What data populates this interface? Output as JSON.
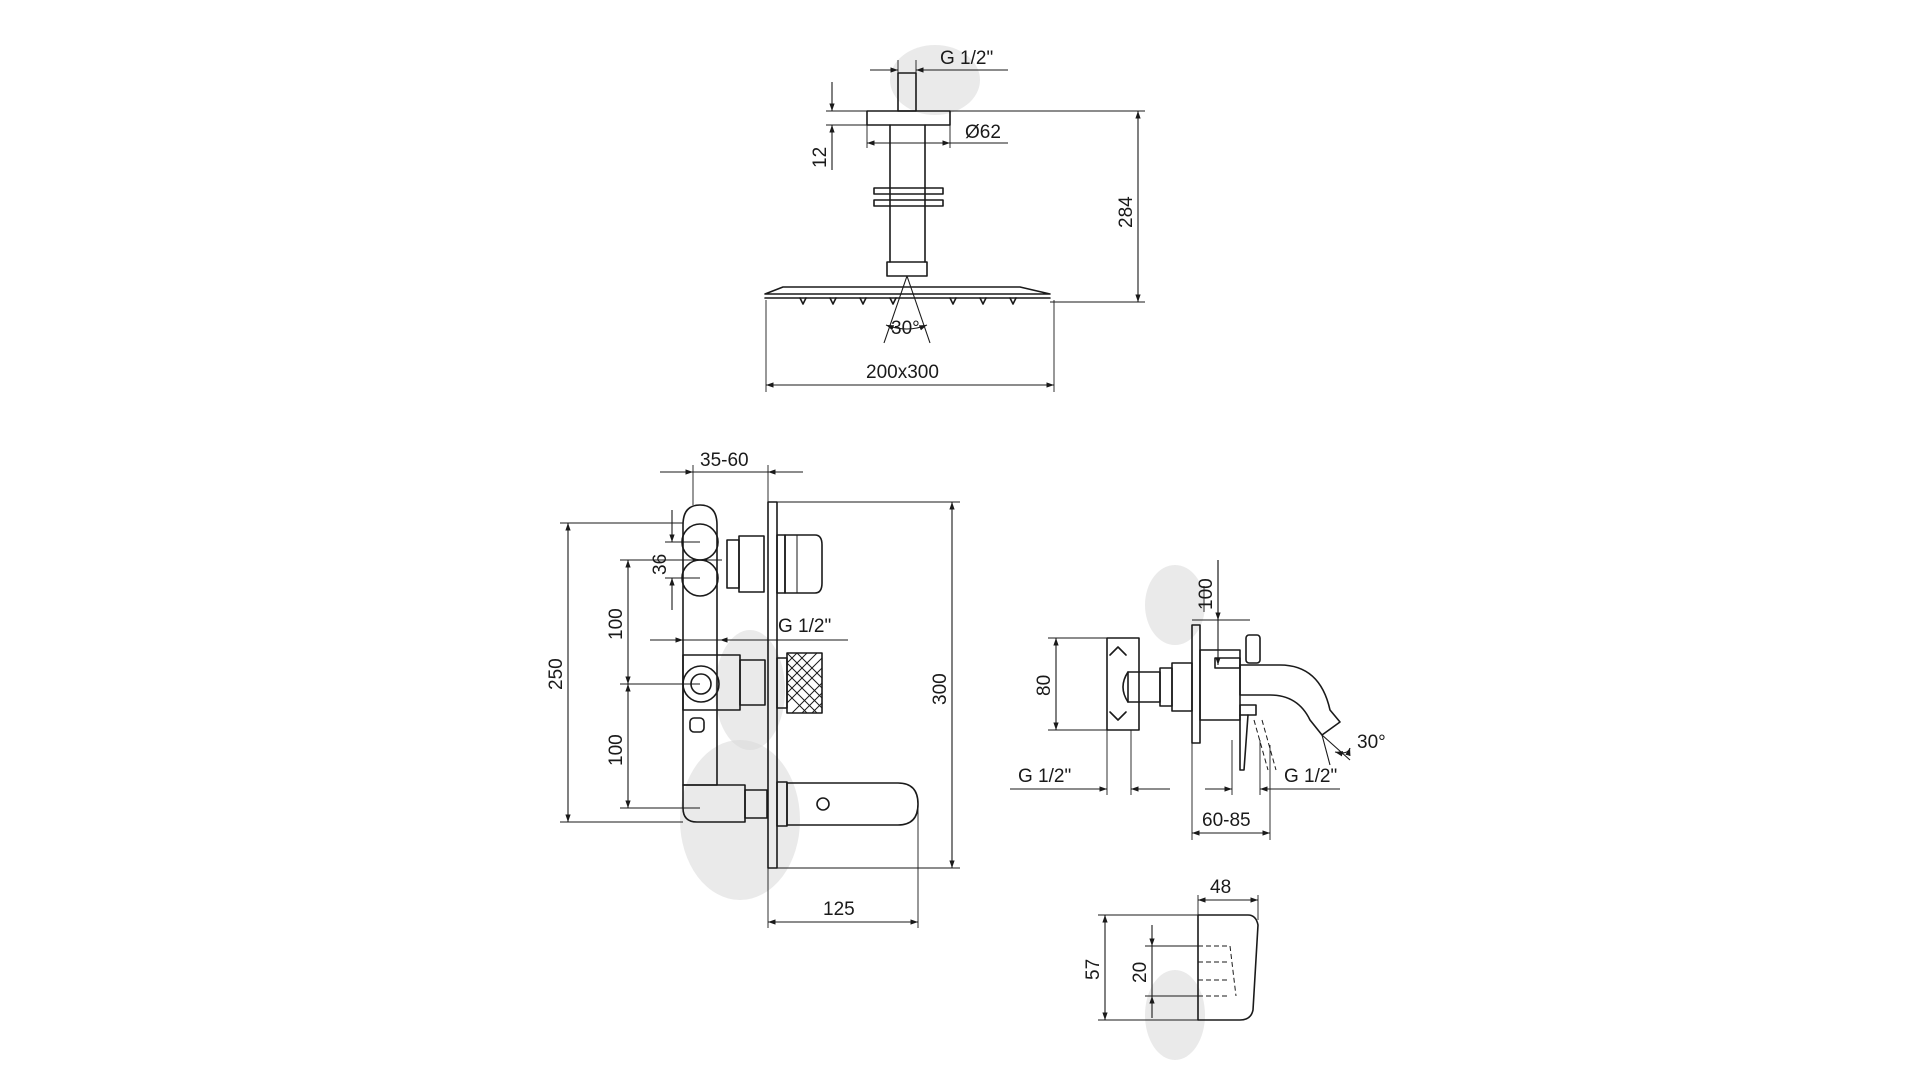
{
  "drawing": {
    "shower_head": {
      "thread": "G 1/2\"",
      "flange_height": "12",
      "flange_diameter": "Ø62",
      "total_height": "284",
      "spray_angle": "30°",
      "plate_size": "200x300"
    },
    "mixer_front": {
      "wall_depth": "35-60",
      "outlet_spacing": "36",
      "upper_spacing": "100",
      "lower_spacing": "100",
      "total_height": "250",
      "plate_height": "300",
      "inlet_thread": "G 1/2\"",
      "handle_projection": "125"
    },
    "bath_spout_side": {
      "height": "80",
      "spout_offset": "100",
      "spray_angle": "30°",
      "inlet_thread": "G 1/2\"",
      "outlet_thread": "G 1/2\"",
      "projection": "60-85"
    },
    "spout_profile": {
      "width": "48",
      "height": "57",
      "opening": "20"
    }
  }
}
